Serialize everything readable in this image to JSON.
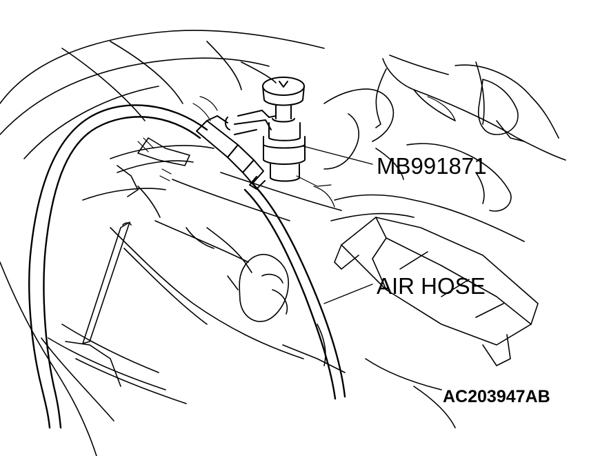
{
  "labels": {
    "tool": "MB991871",
    "hose": "AIR HOSE",
    "figure_code": "AC203947AB"
  },
  "colors": {
    "ink": "#000000",
    "paper": "#ffffff"
  }
}
